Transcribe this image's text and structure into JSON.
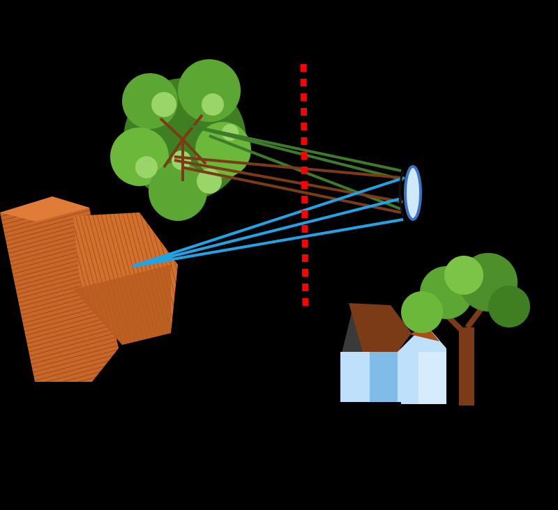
{
  "scene": {
    "background": "#000000",
    "objects": [
      {
        "name": "tree-top-view",
        "icon": "tree-canopy-icon"
      },
      {
        "name": "box-container",
        "icon": "crate-icon"
      },
      {
        "name": "house",
        "icon": "house-icon"
      },
      {
        "name": "side-tree",
        "icon": "tree-icon"
      },
      {
        "name": "camera-lens",
        "icon": "lens-icon"
      },
      {
        "name": "image-plane",
        "icon": "dashed-plane-icon"
      }
    ],
    "colors": {
      "dashes": "#ff0000",
      "box": "#cf6a2b",
      "box_dark": "#9c4a15",
      "tree_light": "#7cc447",
      "tree_dark": "#3f7f22",
      "trunk": "#7a3b16",
      "ray_blue": "#21a4e6",
      "ray_green": "#3d7a2a",
      "ray_brown": "#7a3b16",
      "lens_fill": "#cfe8fa",
      "lens_edge": "#3b74c4",
      "house_wall": "#bfe0fa",
      "house_wall_dark": "#7fbce8",
      "house_roof": "#7a3b16"
    }
  }
}
